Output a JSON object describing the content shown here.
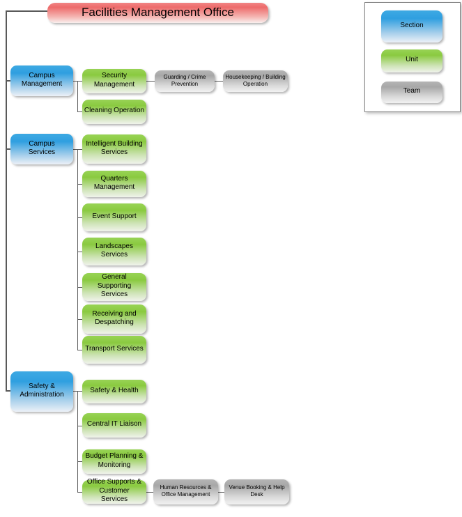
{
  "title": "Facilities Management Office",
  "legend": {
    "section": "Section",
    "unit": "Unit",
    "team": "Team"
  },
  "colors": {
    "title_top": "#ed6b6b",
    "section_top": "#2f9fe0",
    "unit_top": "#8aca40",
    "team_top": "#a7a7a7",
    "connector": "#595959"
  },
  "org": {
    "sections": [
      {
        "label": "Campus Management",
        "units": [
          {
            "label": "Security Management",
            "teams": [
              "Guarding / Crime Prevention",
              "Housekeeping / Building Operation"
            ]
          },
          {
            "label": "Cleaning Operation",
            "teams": []
          }
        ]
      },
      {
        "label": "Campus Services",
        "units": [
          {
            "label": "Intelligent Building Services",
            "teams": []
          },
          {
            "label": "Quarters Management",
            "teams": []
          },
          {
            "label": "Event Support",
            "teams": []
          },
          {
            "label": "Landscapes Services",
            "teams": []
          },
          {
            "label": "General Supporting Services",
            "teams": []
          },
          {
            "label": "Receiving and Despatching",
            "teams": []
          },
          {
            "label": "Transport Services",
            "teams": []
          }
        ]
      },
      {
        "label": "Safety & Administration",
        "units": [
          {
            "label": "Safety & Health",
            "teams": []
          },
          {
            "label": "Central IT Liaison",
            "teams": []
          },
          {
            "label": "Budget Planning & Monitoring",
            "teams": []
          },
          {
            "label": "Office Supports & Customer Services",
            "teams": [
              "Human Resources & Office Management",
              "Venue Booking & Help Desk"
            ]
          }
        ]
      }
    ]
  }
}
